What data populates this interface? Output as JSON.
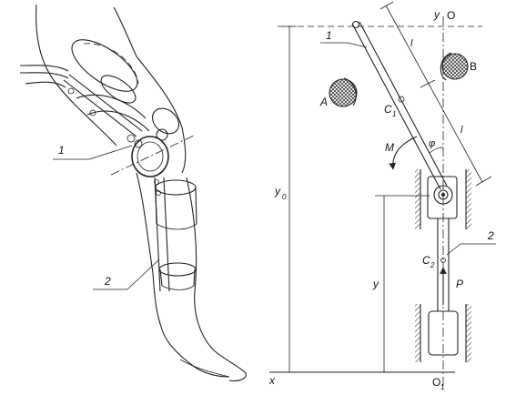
{
  "labels": {
    "part_1_left": "1",
    "part_2_left": "2",
    "part_1_right": "1",
    "part_2_right": "2",
    "axis_y": "y",
    "origin_O": "O",
    "point_B": "B",
    "point_A": "A",
    "length_l_upper": "l",
    "length_l_lower": "l",
    "center_C1_main": "C",
    "center_C1_sub": "1",
    "moment_M": "M",
    "angle_phi": "φ",
    "y0_main": "y",
    "y0_sub": "0",
    "center_C2_main": "C",
    "center_C2_sub": "2",
    "force_P": "P",
    "dim_y": "y",
    "axis_x": "x",
    "origin_O1_main": "O",
    "origin_O1_sub": "1"
  }
}
